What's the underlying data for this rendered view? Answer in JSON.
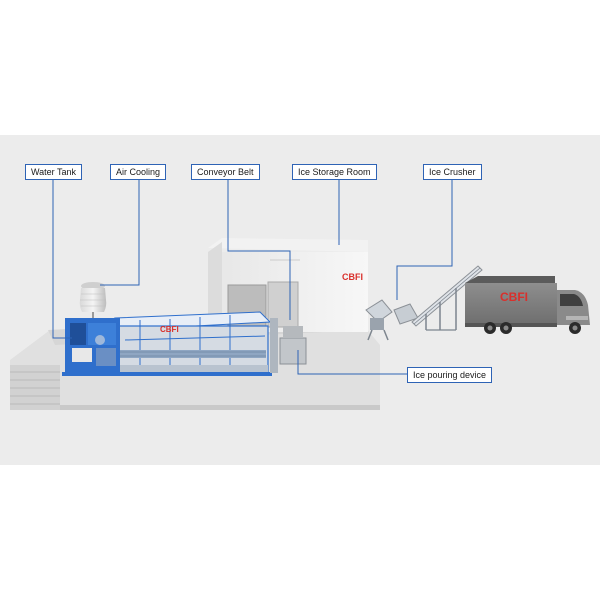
{
  "labels": {
    "water_tank": "Water Tank",
    "air_cooling": "Air Cooling",
    "conveyor_belt": "Conveyor Belt",
    "ice_storage_room": "Ice Storage Room",
    "ice_crusher": "Ice Crusher",
    "ice_pouring_device": "Ice pouring device"
  },
  "logos": {
    "storage_room": "CBFI",
    "machine": "CBFI",
    "truck": "CBFI"
  },
  "colors": {
    "callout_border": "#2e63b5",
    "machine_frame": "#2f6fcc",
    "logo_red": "#d9302c",
    "backdrop": "#ececec"
  }
}
